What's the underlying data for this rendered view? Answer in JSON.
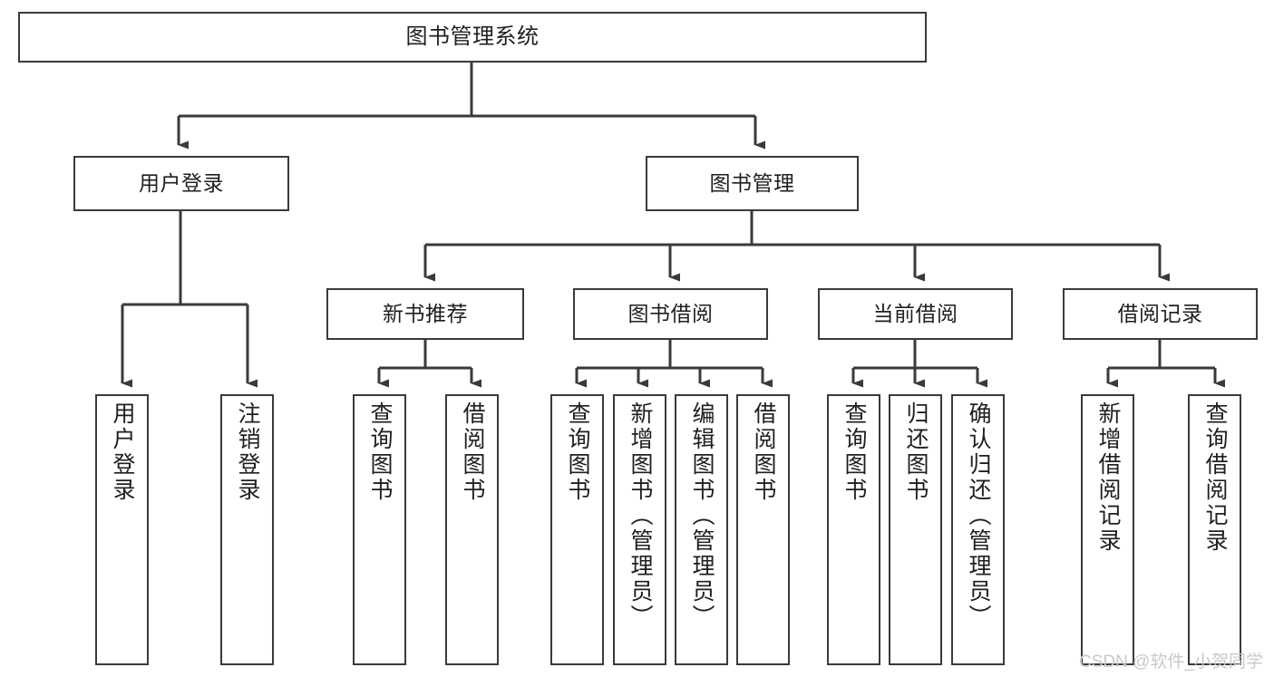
{
  "diagram": {
    "title": "图书管理系统",
    "type": "hierarchy-tree",
    "root": {
      "label": "图书管理系统"
    },
    "level2": [
      {
        "label": "用户登录"
      },
      {
        "label": "图书管理"
      }
    ],
    "level3": [
      {
        "label": "新书推荐"
      },
      {
        "label": "图书借阅"
      },
      {
        "label": "当前借阅"
      },
      {
        "label": "借阅记录"
      }
    ],
    "leaves": {
      "user_login": [
        {
          "label": "用户登录"
        },
        {
          "label": "注销登录"
        }
      ],
      "new_book": [
        {
          "label": "查询图书"
        },
        {
          "label": "借阅图书"
        }
      ],
      "book_borrow": [
        {
          "label": "查询图书"
        },
        {
          "label": "新增图书（管理员）"
        },
        {
          "label": "编辑图书（管理员）"
        },
        {
          "label": "借阅图书"
        }
      ],
      "current_borrow": [
        {
          "label": "查询图书"
        },
        {
          "label": "归还图书"
        },
        {
          "label": "确认归还（管理员）"
        }
      ],
      "borrow_record": [
        {
          "label": "新增借阅记录"
        },
        {
          "label": "查询借阅记录"
        }
      ]
    }
  },
  "watermark": {
    "text": "CSDN @软件_小贺同学"
  },
  "colors": {
    "stroke": "#3a3a3a",
    "background": "#ffffff",
    "text": "#1f1f1f",
    "watermark": "#c9c9c9"
  }
}
